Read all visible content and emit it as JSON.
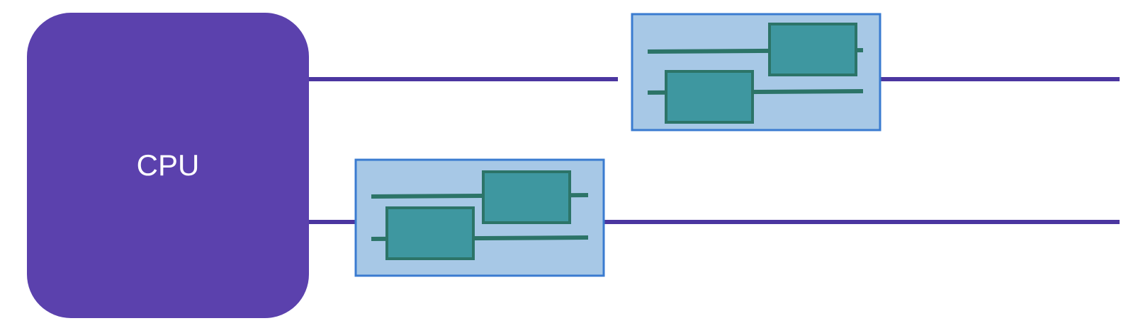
{
  "cpu": {
    "label": "CPU",
    "fill_color": "#5b41ad",
    "text_color": "#ffffff"
  },
  "colors": {
    "bus_line": "#4b36a0",
    "module_fill": "#a7c8e6",
    "module_border": "#3a7bd0",
    "component_fill": "#3e97a0",
    "component_border": "#2c7468",
    "trace": "#2c7468"
  },
  "modules": [
    {
      "name": "upper-module",
      "row": "upper"
    },
    {
      "name": "lower-module",
      "row": "lower"
    }
  ]
}
